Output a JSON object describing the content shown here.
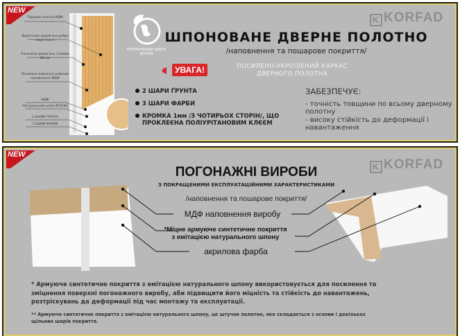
{
  "brand": "KORFAD",
  "brand_mark": "K",
  "badge_new": "NEW",
  "top": {
    "door_labels": [
      "Торцева планка МДФ",
      "Додаткове дерев'яне ребро жорсткості",
      "Посилена дерев'яна стойова 80 мм",
      "Посилене каркасно рейкове наповнення МДФ",
      "МДФ",
      "Натуральний шпон ЯСЕНЮ",
      "2 ШАРИ ҐРУНТА",
      "3 ШАРИ ФАРБИ"
    ],
    "eco_badge": "НАТУРАЛЬНИЙ ШПОН ЯСЕНЮ",
    "title": "ШПОНОВАНЕ ДВЕРНЕ ПОЛОТНО",
    "subtitle": "/наповнення та пошарове покриття/",
    "alert_label": "УВАГА!",
    "alert_text_1": "ПОСИЛЕНО-УКРІПЛЕНИЙ КАРКАС",
    "alert_text_2": "ДВЕРНОГО ПОЛОТНА",
    "bullets": [
      "2 ШАРИ ҐРУНТА",
      "3 ШАРИ ФАРБИ",
      "КРОМКА 1мм /З ЧОТИРЬОХ СТОРІН/, ЩО ПРОКЛЕЄНА ПОЛІУРІТАНОВИМ КЛЄЄМ"
    ],
    "provides_title": "ЗАБЕЗПЕЧУЄ:",
    "provides": [
      "- точність товщини по всьому дверному полотну",
      "- високу стійкість до деформації і навантаження"
    ]
  },
  "bottom": {
    "title": "ПОГОНАЖНІ ВИРОБИ",
    "subtitle": "З ПОКРАЩЕНИМИ ЕКСПЛУАТАЦІЙНИМИ ХАРАКТЕРИСТИКАМИ",
    "subtitle2": "/наповнення та пошарове покриття/",
    "label_mdf": "МДФ наповнення виробу",
    "label_coat_1": "*Міцне армуюче синтетичне покриття",
    "label_coat_2": "з емітацією натурального шпону",
    "label_paint": "акрилова фарба",
    "footnote1": "* Армуюче синтетичне покриття з емітацією натурального шпону використовується для посилення та зміцнення поверхні погонажного виробу, аби підвищити його міцність та стійкість до навантажень, розтріскувань да деформації під час монтажу та експлуатації.",
    "footnote2": "** Армуюче синтетичне покриття з емітацією натурального шпону, це штучне полотно, яке складається з основи і декількох щільних шарів покриття."
  },
  "colors": {
    "bg": "#b9b9b9",
    "accent_red": "#d8262b",
    "border_yellow": "#e0d060",
    "logo_gray": "#8e8e8e"
  }
}
